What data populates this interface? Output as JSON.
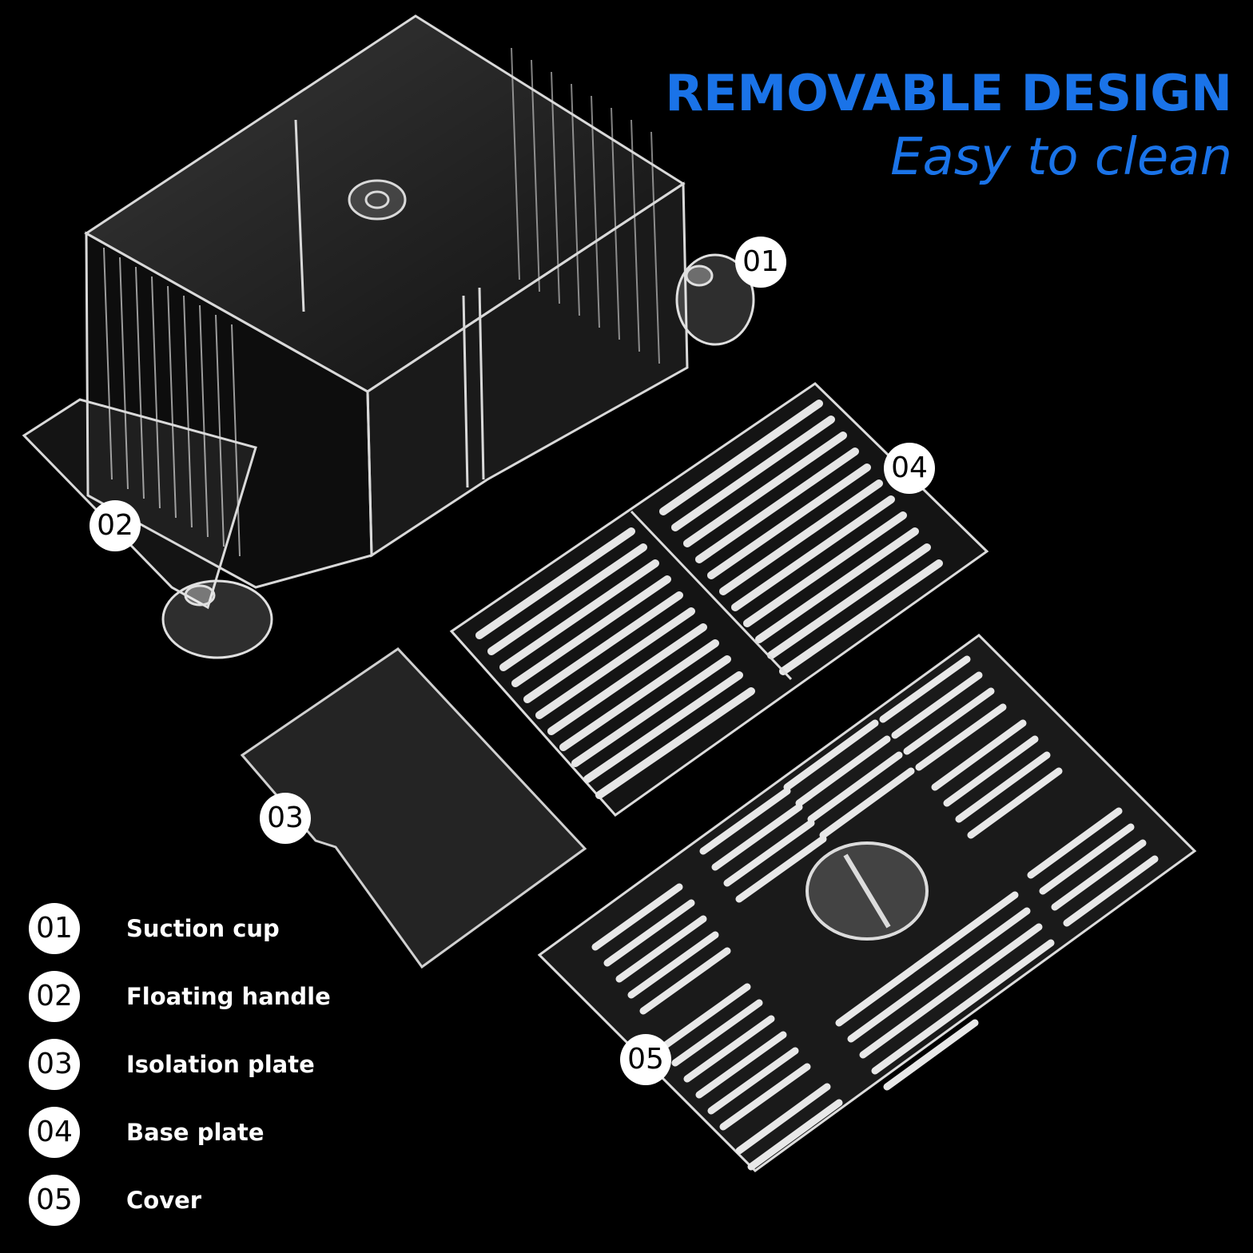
{
  "headline": {
    "title": "REMOVABLE DESIGN",
    "subtitle": "Easy to clean"
  },
  "callouts": [
    {
      "number": "01"
    },
    {
      "number": "02"
    },
    {
      "number": "03"
    },
    {
      "number": "04"
    },
    {
      "number": "05"
    }
  ],
  "legend": [
    {
      "number": "01",
      "label": "Suction cup"
    },
    {
      "number": "02",
      "label": "Floating handle"
    },
    {
      "number": "03",
      "label": "Isolation plate"
    },
    {
      "number": "04",
      "label": "Base plate"
    },
    {
      "number": "05",
      "label": "Cover"
    }
  ],
  "colors": {
    "background": "#000000",
    "accent": "#1a73e8",
    "badge": "#ffffff",
    "badge_text": "#000000",
    "label_text": "#ffffff"
  },
  "icons": [
    "breeding-box-illustration",
    "base-plate-illustration",
    "isolation-plate-illustration",
    "cover-illustration",
    "suction-cup-icon"
  ]
}
